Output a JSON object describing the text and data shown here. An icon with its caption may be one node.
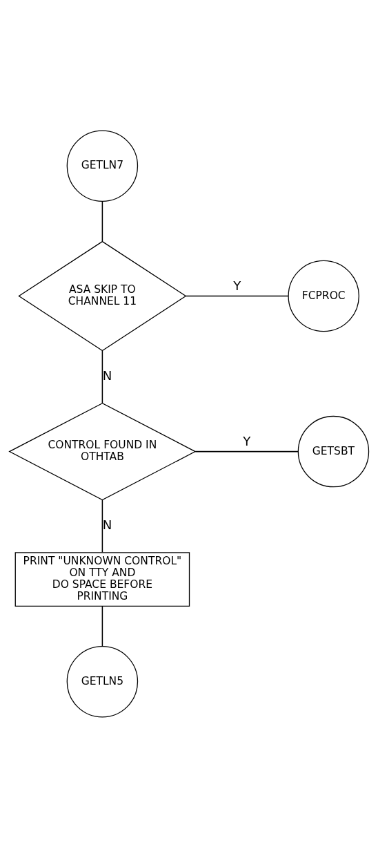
{
  "diagram": {
    "nodes": [
      {
        "text": [
          "GETLN7"
        ]
      },
      {
        "text": [
          "ASA SKIP TO CHANNEL 11"
        ]
      },
      {
        "text": [
          "FCPROC"
        ]
      },
      {
        "text": [
          "CONTROL FOUND IN OTHTAB"
        ]
      },
      {
        "text": [
          "GETSBT"
        ]
      },
      {
        "text": [
          "PRINT \"UNKNOWN CONTROL\" ON TTY AND DO SPACE BEFORE PRINTING"
        ]
      },
      {
        "text": [
          "GETLN5"
        ]
      }
    ],
    "edges": [
      {
        "from": 0,
        "to": 1,
        "arrow": "none"
      },
      {
        "from": 1,
        "to": 2,
        "arrow": "none",
        "label": "Y"
      },
      {
        "from": 1,
        "to": 3,
        "arrow": "none",
        "label": "N"
      },
      {
        "from": 3,
        "to": 4,
        "arrow": "none",
        "label": "Y"
      },
      {
        "from": 3,
        "to": 5,
        "arrow": "none",
        "label": "N"
      },
      {
        "from": 5,
        "to": 6,
        "arrow": "none"
      }
    ]
  }
}
